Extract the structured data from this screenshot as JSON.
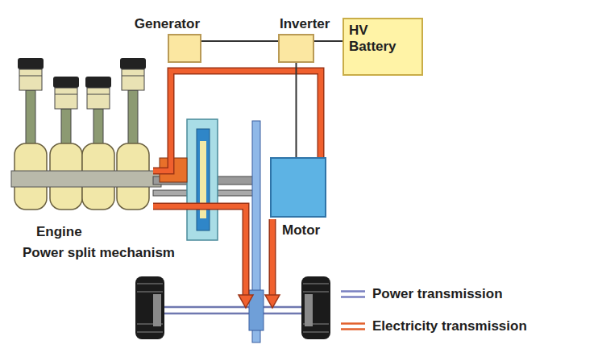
{
  "diagram": {
    "nodes": [
      {
        "text": [
          "Generator"
        ]
      },
      {
        "text": [
          "Inverter"
        ]
      },
      {
        "text": [
          "HV Battery"
        ]
      },
      {
        "text": [
          "Motor"
        ]
      }
    ],
    "edges": [
      {
        "from": 0,
        "to": 1,
        "arrow": "none"
      },
      {
        "from": 1,
        "to": 2,
        "arrow": "none"
      },
      {
        "from": 1,
        "to": 3,
        "arrow": "none"
      }
    ],
    "labels": [
      "Engine",
      "Power split mechanism"
    ],
    "legend": [
      {
        "text": "Power transmission"
      },
      {
        "text": "Electricity transmission"
      }
    ]
  }
}
